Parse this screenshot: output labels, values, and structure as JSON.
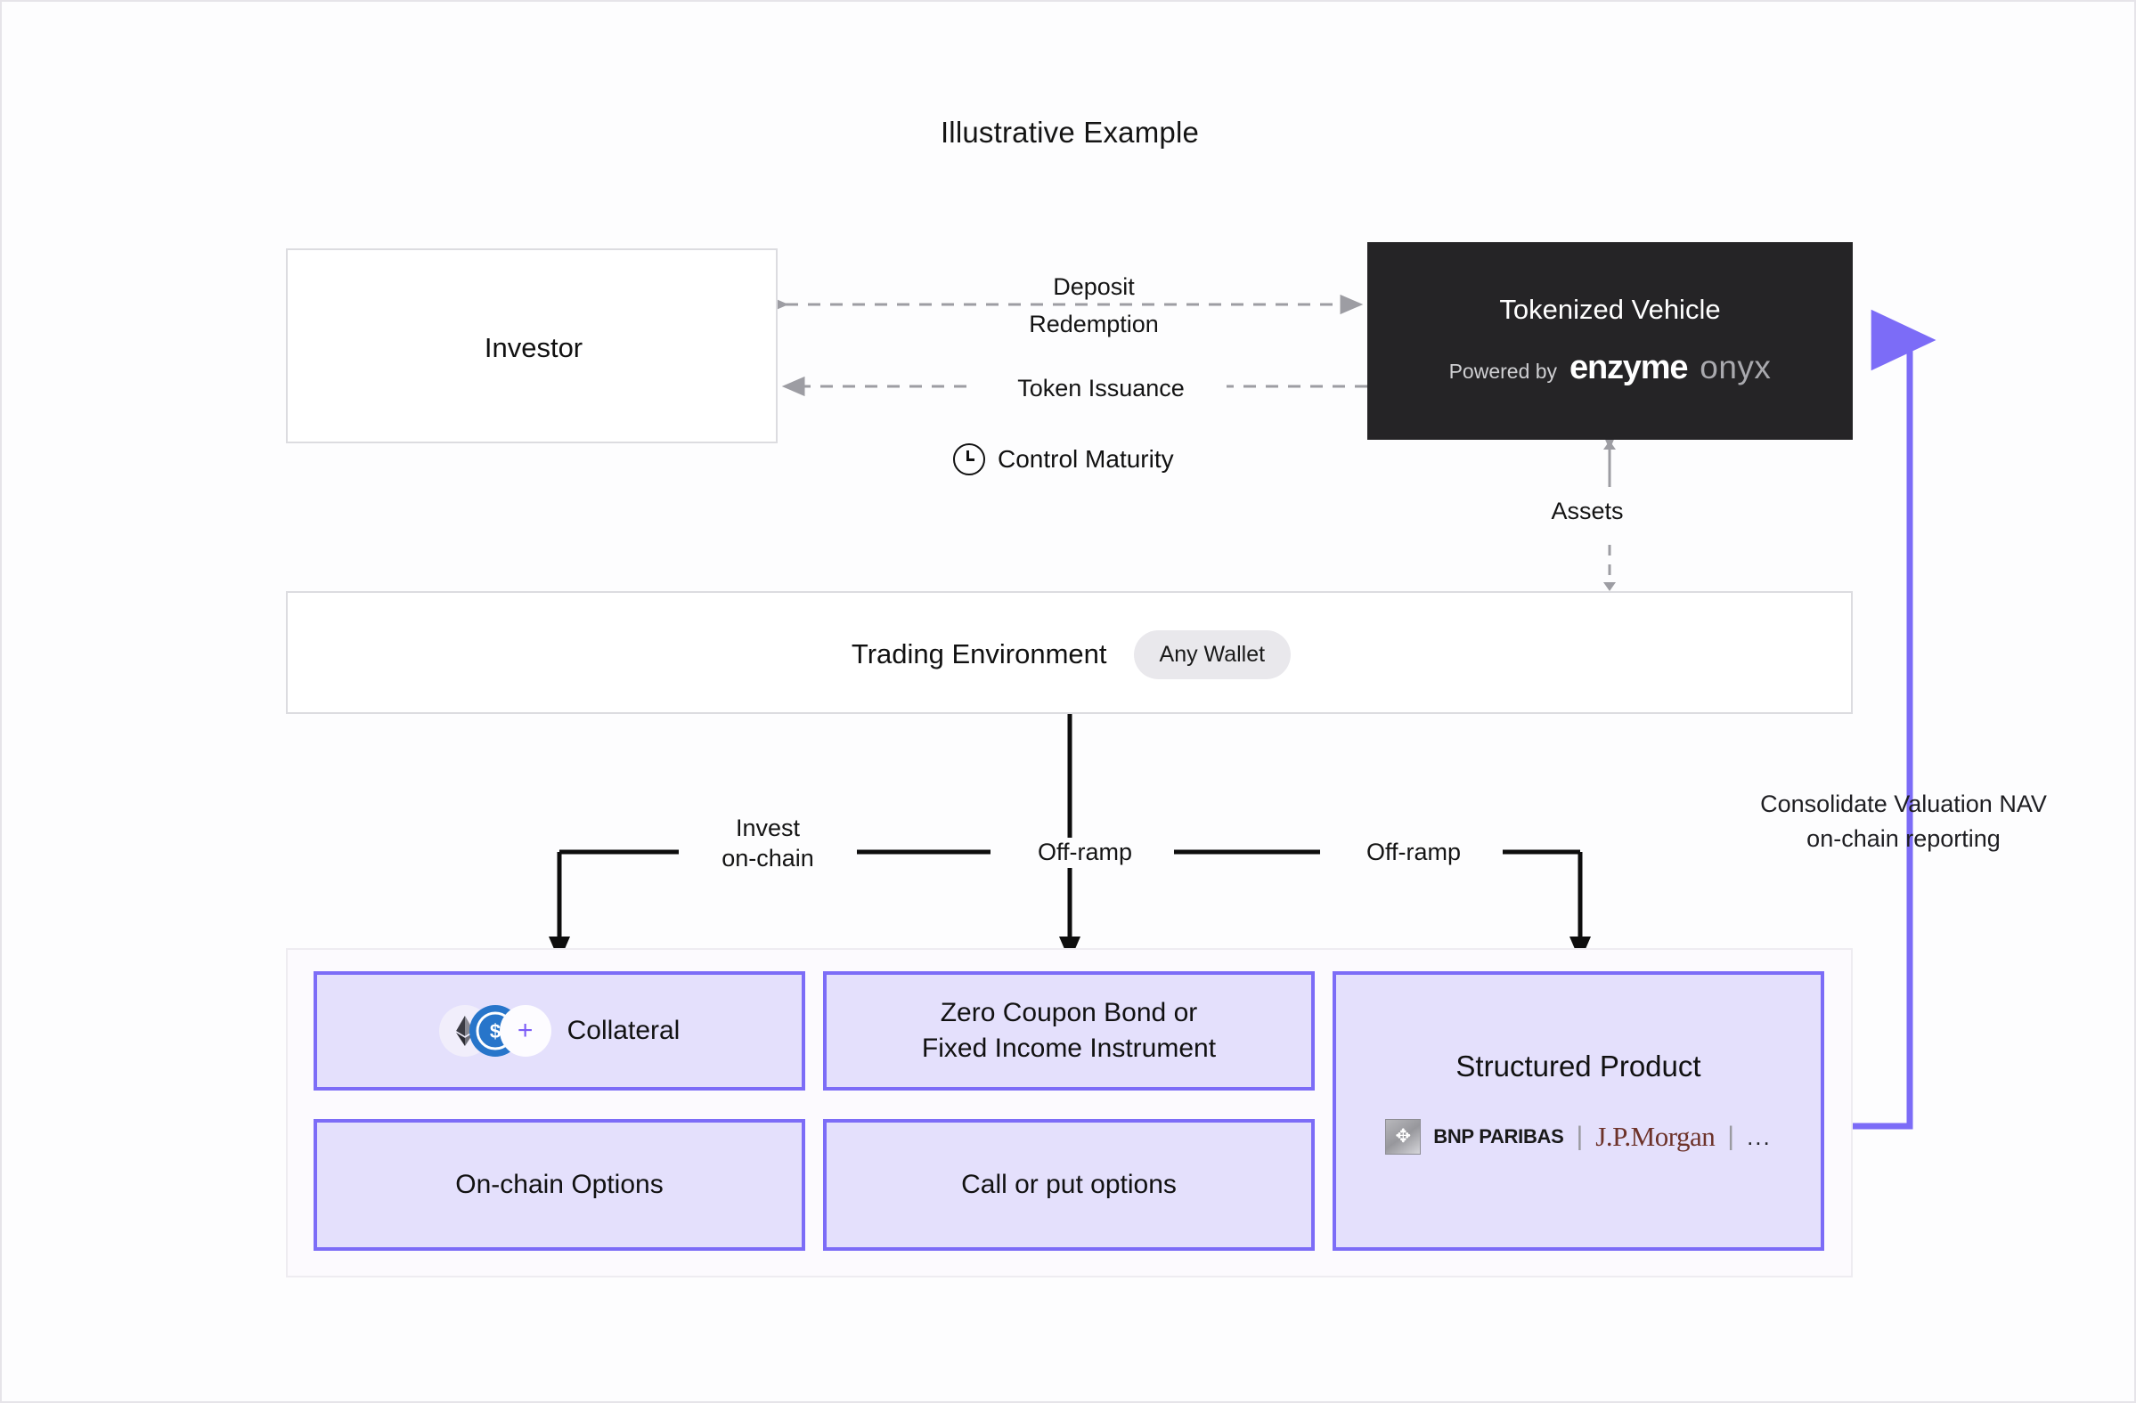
{
  "title": "Illustrative Example",
  "nodes": {
    "investor": {
      "label": "Investor"
    },
    "tokenized_vehicle": {
      "title": "Tokenized Vehicle",
      "powered_by": "Powered by",
      "brand_primary": "enzyme",
      "brand_secondary": "onyx"
    },
    "trading_environment": {
      "label": "Trading Environment",
      "badge": "Any Wallet"
    }
  },
  "flows": {
    "deposit": "Deposit",
    "redemption": "Redemption",
    "token_issuance": "Token Issuance",
    "control_maturity": "Control Maturity",
    "assets": "Assets",
    "invest_on_chain": "Invest\non-chain",
    "off_ramp_1": "Off-ramp",
    "off_ramp_2": "Off-ramp",
    "consolidate": "Consolidate Valuation NAV\non-chain reporting"
  },
  "products": [
    {
      "id": "collateral",
      "label": "Collateral",
      "icons": [
        "ethereum-icon",
        "usdc-icon",
        "plus-icon"
      ]
    },
    {
      "id": "on-chain-options",
      "label": "On-chain Options"
    },
    {
      "id": "zero-coupon-bond",
      "label": "Zero Coupon Bond or\nFixed Income Instrument"
    },
    {
      "id": "call-or-put-options",
      "label": "Call or put options"
    },
    {
      "id": "structured-product",
      "label": "Structured Product"
    }
  ],
  "structured_product_banks": {
    "bnp": "BNP PARIBAS",
    "jpmorgan": "J.P.Morgan",
    "more": "..."
  },
  "colors": {
    "accent_purple": "#7c6cf7",
    "product_fill": "#e4e0fc",
    "vehicle_dark": "#252426",
    "usdc_blue": "#2775ca",
    "jpm_brown": "#6d3229",
    "dashed_gray": "#9d9da3"
  }
}
